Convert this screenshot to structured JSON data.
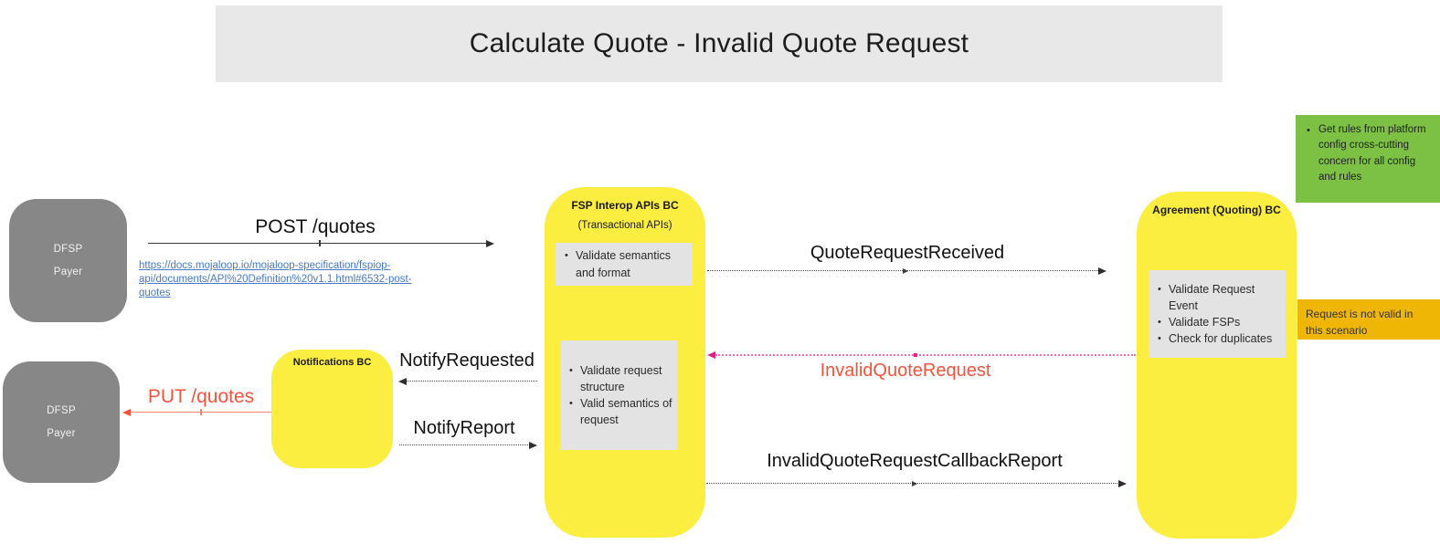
{
  "title": "Calculate Quote - Invalid Quote Request",
  "actors": {
    "payer_top": {
      "line1": "DFSP",
      "line2": "Payer"
    },
    "payer_bottom": {
      "line1": "DFSP",
      "line2": "Payer"
    }
  },
  "components": {
    "fsp_interop": {
      "title": "FSP Interop APIs BC",
      "subtitle": "(Transactional APIs)",
      "task1": [
        "Validate semantics and format"
      ],
      "task2": [
        "Validate request structure",
        "Valid semantics of request"
      ]
    },
    "notifications": {
      "title": "Notifications BC"
    },
    "agreement": {
      "title": "Agreement (Quoting) BC",
      "tasks": [
        "Validate Request Event",
        "Validate FSPs",
        "Check for duplicates"
      ]
    }
  },
  "messages": {
    "post_quotes": "POST /quotes",
    "put_quotes": "PUT /quotes",
    "quote_request_received": "QuoteRequestReceived",
    "invalid_quote_request": "InvalidQuoteRequest",
    "invalid_quote_request_callback_report": "InvalidQuoteRequestCallbackReport",
    "notify_requested": "NotifyRequested",
    "notify_report": "NotifyReport"
  },
  "link": {
    "line1": "https://docs.mojaloop.io/mojaloop-specification/fspiop-",
    "line2": "api/documents/API%20Definition%20v1.1.html#6532-post-quotes"
  },
  "notes": {
    "green": {
      "text": "Get rules from platform config cross-cutting concern for all config and rules"
    },
    "amber": {
      "text": "Request is not valid in this scenario"
    }
  },
  "colors": {
    "header_bg": "#E8E8E8",
    "actor_gray": "#878787",
    "sticky_yellow": "#FBEE40",
    "panel_gray": "#E3E3E3",
    "note_green": "#7CC044",
    "note_amber": "#F0B606",
    "error_red": "#F0543C",
    "pink_dotted": "#F06EA9",
    "link_blue": "#4679C6"
  }
}
